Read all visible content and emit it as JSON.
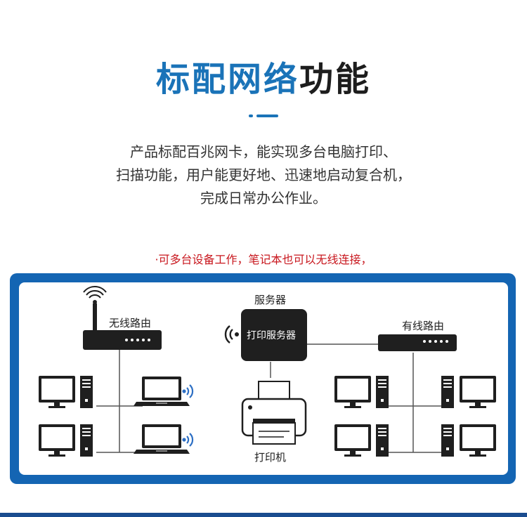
{
  "header": {
    "title_blue": "标配网络",
    "title_dark": "功能"
  },
  "description": {
    "line1": "产品标配百兆网卡，能实现多台电脑打印、",
    "line2": "扫描功能，用户能更好地、迅速地启动复合机，",
    "line3": "完成日常办公作业。"
  },
  "note": "·可多台设备工作，笔记本也可以无线连接，",
  "diagram": {
    "wireless_router_label": "无线路由",
    "server_label": "服务器",
    "print_server_label": "打印服务器",
    "wired_router_label": "有线路由",
    "printer_label": "打印机"
  },
  "colors": {
    "accent_blue": "#1a73b8",
    "frame_blue": "#1465b3",
    "note_red": "#c8161d",
    "device_dark": "#1f1f1f"
  }
}
